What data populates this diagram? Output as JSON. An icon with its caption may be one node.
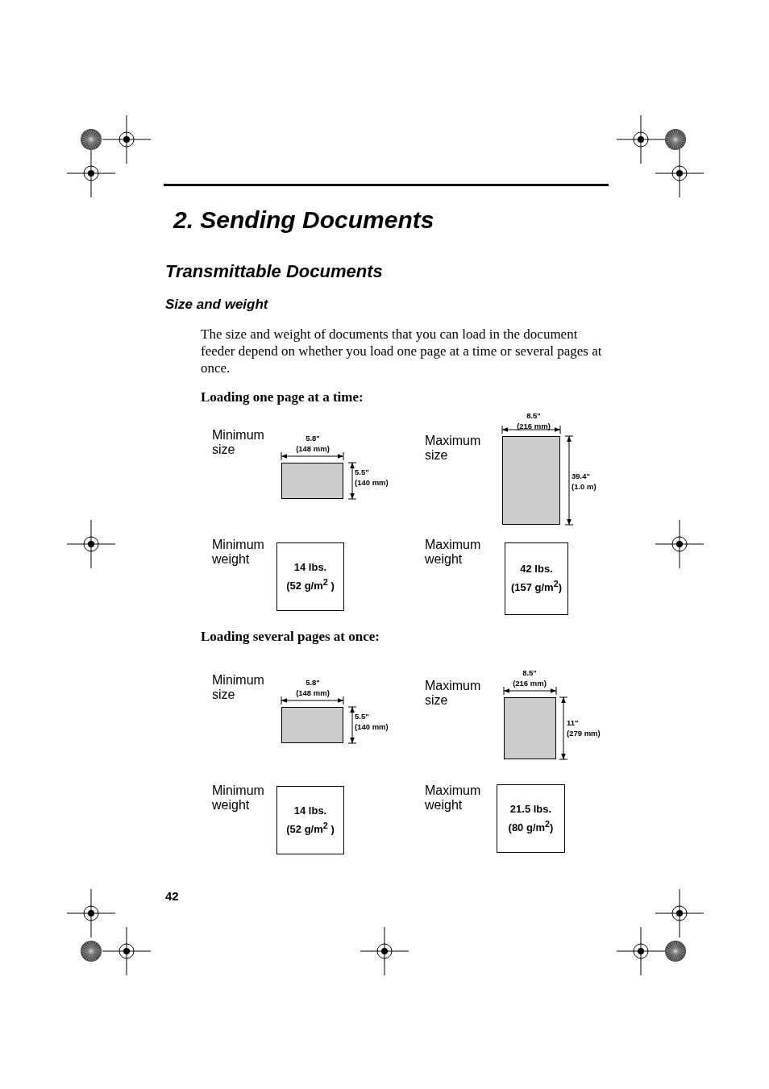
{
  "diagram": {
    "title": "2. Sending Documents",
    "nodes": [
      {
        "text": [],
        "shape": "box",
        "beside": [
          "Minimum size"
        ]
      },
      {
        "text": [],
        "shape": "box",
        "beside": [
          "Maximum size"
        ]
      },
      {
        "text": [
          "14 lbs. (52 g/m$^{2}$ )"
        ],
        "beside": [
          "Minimum weight"
        ]
      },
      {
        "text": [
          "42 lbs. (157 g/m$^{2}$)"
        ],
        "beside": [
          "Maximum weight"
        ]
      },
      {
        "text": [],
        "shape": "box",
        "beside": [
          "Minimum size"
        ]
      },
      {
        "text": [],
        "shape": "box",
        "beside": [
          "Maximum size"
        ]
      },
      {
        "text": [
          "14 lbs. (52 g/m$^{2}$ )"
        ],
        "beside": [
          "Minimum weight"
        ]
      },
      {
        "text": [
          "21.5 lbs. (80 g/m$^{2}$)"
        ],
        "beside": [
          "Maximum weight"
        ]
      }
    ],
    "labels": [
      "Transmittable Documents",
      "Size and weight",
      "The size and weight of documents that you can load in the document feeder depend on whether you load one page at a time or several pages at once.",
      "Loading one page at a time:",
      "5.8\" (148 mm)",
      "5.5\" (140 mm)",
      "8.5\" (216 mm)",
      "39.4\" (1.0 m)",
      "Loading several pages at once:",
      "5.8\" (148 mm)",
      "5.5\" (140 mm)",
      "8.5\" (216 mm)",
      "11\" (279 mm)",
      "42"
    ]
  }
}
